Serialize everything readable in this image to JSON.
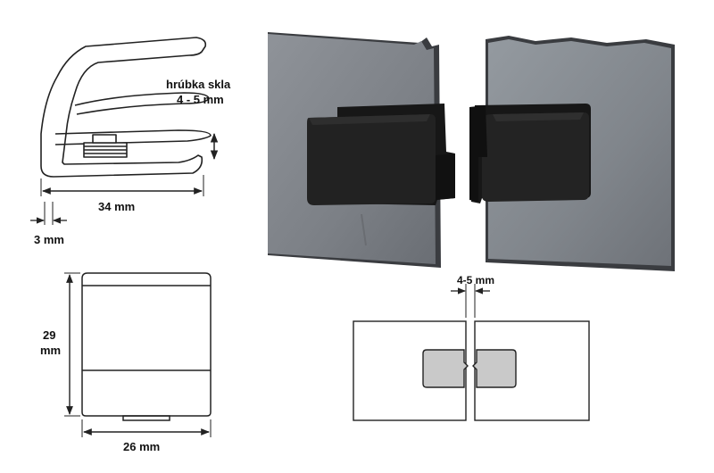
{
  "labels": {
    "glass_thickness_title": "hrúbka skla",
    "glass_thickness_value": "4 - 5 mm",
    "width_34": "34 mm",
    "width_3": "3 mm",
    "height_29_line1": "29",
    "height_29_line2": "mm",
    "width_26": "26 mm",
    "gap_4_5": "4-5 mm"
  },
  "colors": {
    "line": "#222222",
    "glass": "#8c9096",
    "glass_dark": "#5e6166",
    "clip": "#1e1e1e",
    "clip_light": "#2d2d2d",
    "schematic_clip": "#c9c9c9"
  }
}
